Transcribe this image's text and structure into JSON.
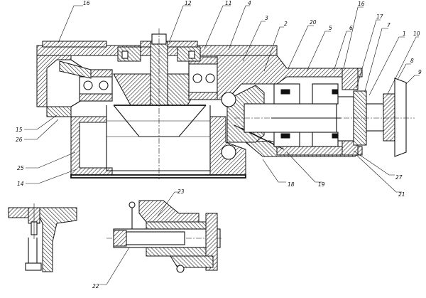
{
  "drawing": {
    "type": "engineering-cross-section",
    "ink_color": "#111111",
    "background_color": "#ffffff"
  },
  "callouts": [
    {
      "id": "c16a",
      "label": "16"
    },
    {
      "id": "c12",
      "label": "12"
    },
    {
      "id": "c11",
      "label": "11"
    },
    {
      "id": "c4",
      "label": "4"
    },
    {
      "id": "c3",
      "label": "3"
    },
    {
      "id": "c2",
      "label": "2"
    },
    {
      "id": "c20",
      "label": "20"
    },
    {
      "id": "c5",
      "label": "5"
    },
    {
      "id": "c16b",
      "label": "16"
    },
    {
      "id": "c6",
      "label": "6"
    },
    {
      "id": "c17",
      "label": "17"
    },
    {
      "id": "c7",
      "label": "7"
    },
    {
      "id": "c1",
      "label": "1"
    },
    {
      "id": "c10",
      "label": "10"
    },
    {
      "id": "c8",
      "label": "8"
    },
    {
      "id": "c9",
      "label": "9"
    },
    {
      "id": "c15",
      "label": "15"
    },
    {
      "id": "c26",
      "label": "26"
    },
    {
      "id": "c25",
      "label": "25"
    },
    {
      "id": "c14",
      "label": "14"
    },
    {
      "id": "c18",
      "label": "18"
    },
    {
      "id": "c19",
      "label": "19"
    },
    {
      "id": "c27",
      "label": "27"
    },
    {
      "id": "c21",
      "label": "21"
    },
    {
      "id": "c23",
      "label": "23"
    },
    {
      "id": "c22",
      "label": "22"
    }
  ]
}
